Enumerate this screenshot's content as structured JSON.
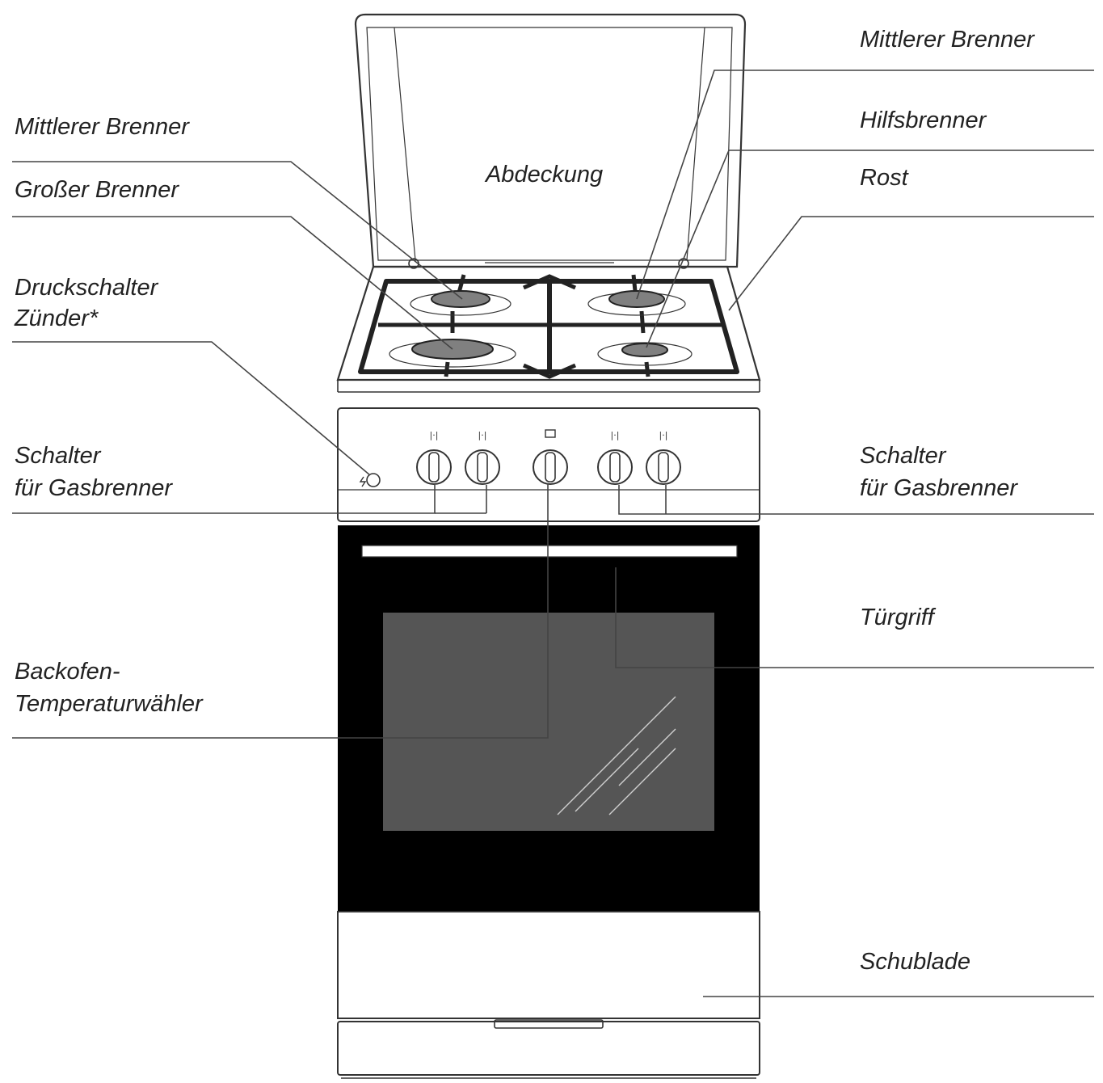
{
  "labels": {
    "abdeckung": "Abdeckung",
    "left_mittlerer_brenner": "Mittlerer Brenner",
    "grosser_brenner": "Großer Brenner",
    "druckschalter_line1": "Druckschalter",
    "druckschalter_line2": "Zünder*",
    "left_schalter_line1": "Schalter",
    "left_schalter_line2": "für Gasbrenner",
    "backofen_line1": "Backofen-",
    "backofen_line2": "Temperaturwähler",
    "right_mittlerer_brenner": "Mittlerer Brenner",
    "hilfsbrenner": "Hilfsbrenner",
    "rost": "Rost",
    "right_schalter_line1": "Schalter",
    "right_schalter_line2": "für Gasbrenner",
    "tuergriff": "Türgriff",
    "schublade": "Schublade"
  },
  "colors": {
    "stroke": "#333333",
    "oven_door": "#000000",
    "oven_window": "#555555",
    "burner_cap": "#808080",
    "background": "#ffffff"
  }
}
